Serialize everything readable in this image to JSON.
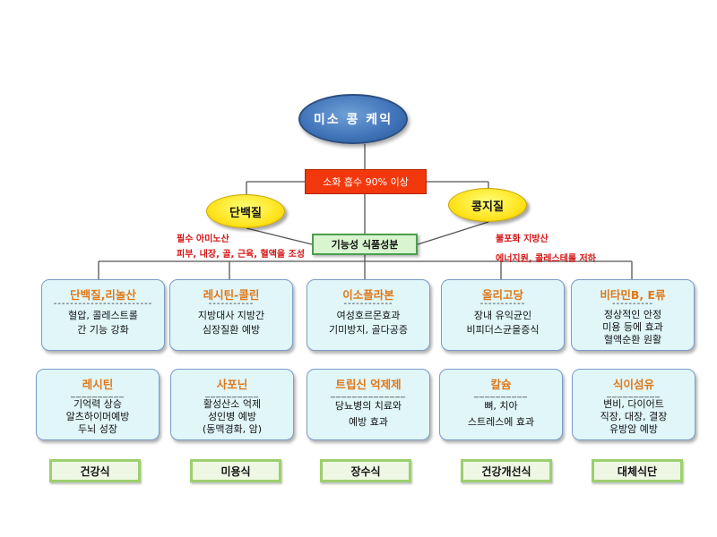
{
  "root": "미소 콩 케익",
  "absorption": "소화 흡수 90% 이상",
  "protein_node": "단백질",
  "bean_fat_node": "콩지질",
  "functional_node": "기능성 식품성분",
  "protein_notes": [
    "필수 아미노산",
    "피부, 내장, 골, 근육, 혈액을 조성"
  ],
  "fat_notes": [
    "불포화 지방산",
    "에너지원, 콜레스테롤 저하"
  ],
  "row1": [
    {
      "title": "단백질,리놀산",
      "divider": "------------------------",
      "lines": [
        "혈압, 콜레스트롤",
        "간 기능 강화"
      ]
    },
    {
      "title": "레시틴-콜린",
      "divider": "-----------",
      "lines": [
        "지방대사 지방간",
        "심장질환 예방"
      ]
    },
    {
      "title": "이소플라본",
      "divider": "------------",
      "lines": [
        "여성호르몬효과",
        "기미방지, 골다공증"
      ]
    },
    {
      "title": "올리고당",
      "divider": "-----------",
      "lines": [
        "장내 유익균인",
        "비피더스균을증식"
      ]
    },
    {
      "title": "비타민B, E류",
      "divider": "----------",
      "lines": [
        "정상적인 안정",
        "미용 등에 효과",
        "혈액순환 원활"
      ]
    }
  ],
  "row2": [
    {
      "title": "레시틴",
      "divider": "__________",
      "lines": [
        "기억력 상승",
        "알츠하이머예방",
        "두뇌 성장"
      ]
    },
    {
      "title": "사포닌",
      "divider": "__________",
      "lines": [
        "활성산소 억제",
        "성인병 예방",
        "(동맥경화, 암)"
      ]
    },
    {
      "title": "트립신 억제제",
      "divider": "______________",
      "lines": [
        "당뇨병의 치료와",
        "예방 효과"
      ]
    },
    {
      "title": "칼슘",
      "divider": "__________",
      "lines": [
        "뼈,  치아",
        "스트레스에 효과"
      ]
    },
    {
      "title": "식이섬유",
      "divider": "__________",
      "lines": [
        "변비, 다이어트",
        "직장, 대장, 결장",
        "유방암 예방"
      ]
    }
  ],
  "categories": [
    "건강식",
    "미용식",
    "장수식",
    "건강개선식",
    "대체식단"
  ],
  "colors": {
    "root": "#3f72b8",
    "absorb": "#f2380c",
    "yellow": "#ffe21a",
    "title": "#e07818",
    "box": "#e0f6f9",
    "category_border": "#9ccf6e"
  }
}
